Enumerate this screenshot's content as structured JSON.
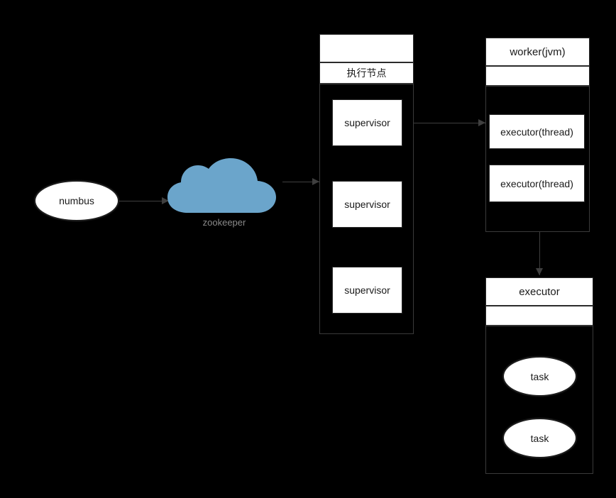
{
  "diagram": {
    "title": "storm-cluster-architecture",
    "background_color": "#000000",
    "nodes": {
      "nimbus": {
        "label": "numbus",
        "shape": "ellipse",
        "fill": "#ffffff",
        "text_color": "#1a1a1a"
      },
      "zookeeper": {
        "label": "zookeeper",
        "shape": "cloud",
        "fill": "#6ba5cb",
        "label_color": "#8a8a8a"
      },
      "exec_node_container": {
        "header_empty": "",
        "title": "执行节点",
        "fill": "#ffffff",
        "body_fill": "#000000",
        "border_color": "#3a3a3a",
        "supervisors": [
          {
            "label": "supervisor"
          },
          {
            "label": "supervisor"
          },
          {
            "label": "supervisor"
          }
        ]
      },
      "worker": {
        "title": "worker(jvm)",
        "header_empty": "",
        "executors": [
          {
            "label": "executor(thread)"
          },
          {
            "label": "executor(thread)"
          }
        ]
      },
      "executor": {
        "title": "executor",
        "header_empty": "",
        "tasks": [
          {
            "label": "task"
          },
          {
            "label": "task"
          }
        ]
      }
    },
    "edges": [
      {
        "name": "nimbus-to-zookeeper",
        "from": "numbus",
        "to": "zookeeper",
        "label": "",
        "direction": "right"
      },
      {
        "name": "zookeeper-to-exec-node",
        "from": "zookeeper",
        "to": "执行节点",
        "label": "",
        "direction": "right"
      },
      {
        "name": "supervisor-to-worker",
        "from": "supervisor",
        "to": "worker(jvm)",
        "label": "",
        "direction": "right"
      },
      {
        "name": "worker-to-executor",
        "from": "worker(jvm)",
        "to": "executor",
        "label": "",
        "direction": "down"
      }
    ],
    "colors": {
      "cloud_fill": "#6ba5cb",
      "line": "#3f3f3f",
      "node_fill": "#ffffff",
      "node_text": "#1a1a1a",
      "muted_text": "#8a8a8a"
    }
  }
}
